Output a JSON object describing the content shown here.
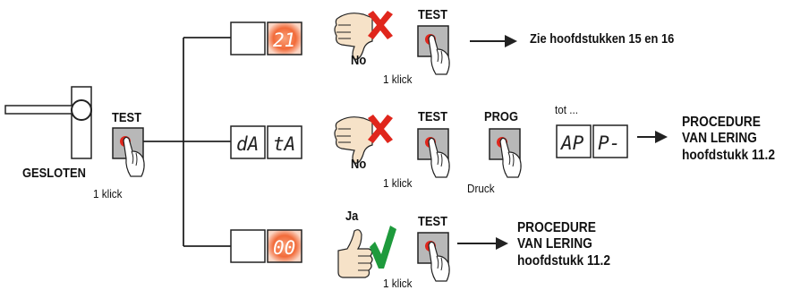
{
  "barrier_label": "GESLOTEN",
  "start": {
    "button": "TEST",
    "click": "1 klick"
  },
  "branches": [
    {
      "display": [
        "",
        "21"
      ],
      "answer": "No",
      "button": "TEST",
      "click": "1 klick",
      "result": [
        "Zie hoofdstukken 15 en 16"
      ]
    },
    {
      "display": [
        "dA",
        "tA"
      ],
      "answer": "No",
      "button": "TEST",
      "click": "1 klick",
      "button2": "PROG",
      "press": "Druck",
      "tot": "tot ...",
      "display2": [
        "AP",
        "P-"
      ],
      "result": [
        "PROCEDURE",
        "VAN LERING",
        "hoofdstukk 11.2"
      ]
    },
    {
      "display": [
        "",
        "00"
      ],
      "answer": "Ja",
      "button": "TEST",
      "click": "1 klick",
      "result": [
        "PROCEDURE",
        "VAN LERING",
        "hoofdstukk 11.2"
      ]
    }
  ],
  "colors": {
    "display_glow": "#f26b3a",
    "button": "#b8b8b8",
    "led": "#e0261c",
    "cross": "#e0261c",
    "check": "#1e9a3c"
  }
}
